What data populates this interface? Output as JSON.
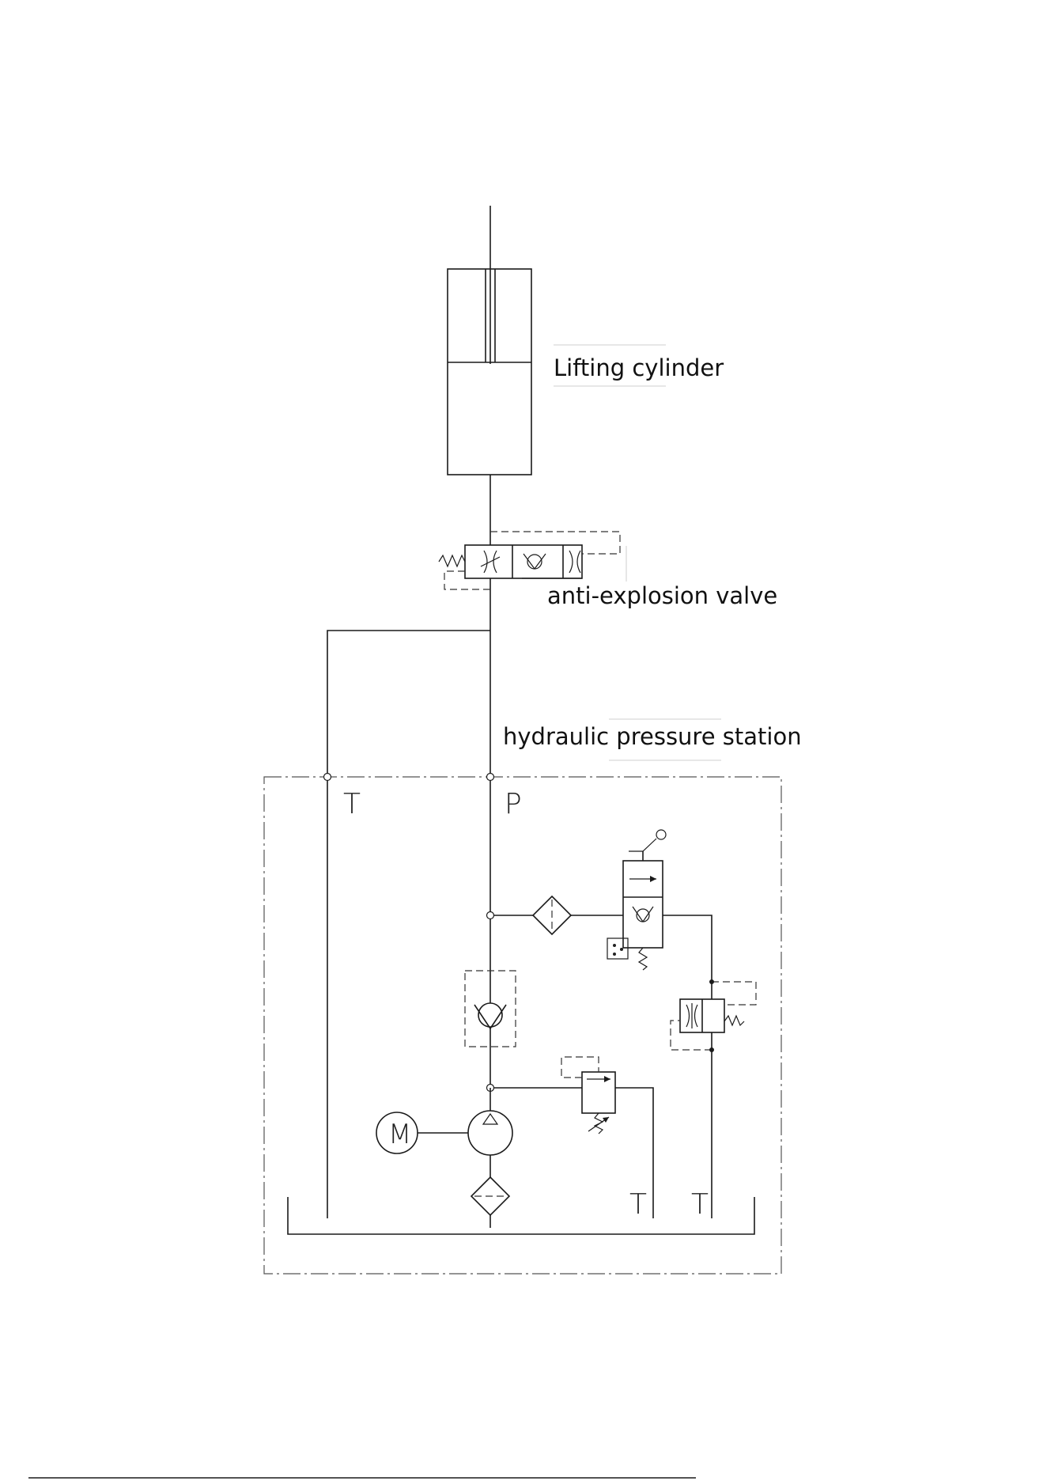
{
  "labels": {
    "cylinder": "Lifting cylinder",
    "valve": "anti-explosion valve",
    "station": "hydraulic pressure station"
  },
  "ports": {
    "tank_top": "T",
    "pressure_top": "P",
    "tank_bottom_1": "T",
    "tank_bottom_2": "T"
  },
  "motor_label": "M"
}
